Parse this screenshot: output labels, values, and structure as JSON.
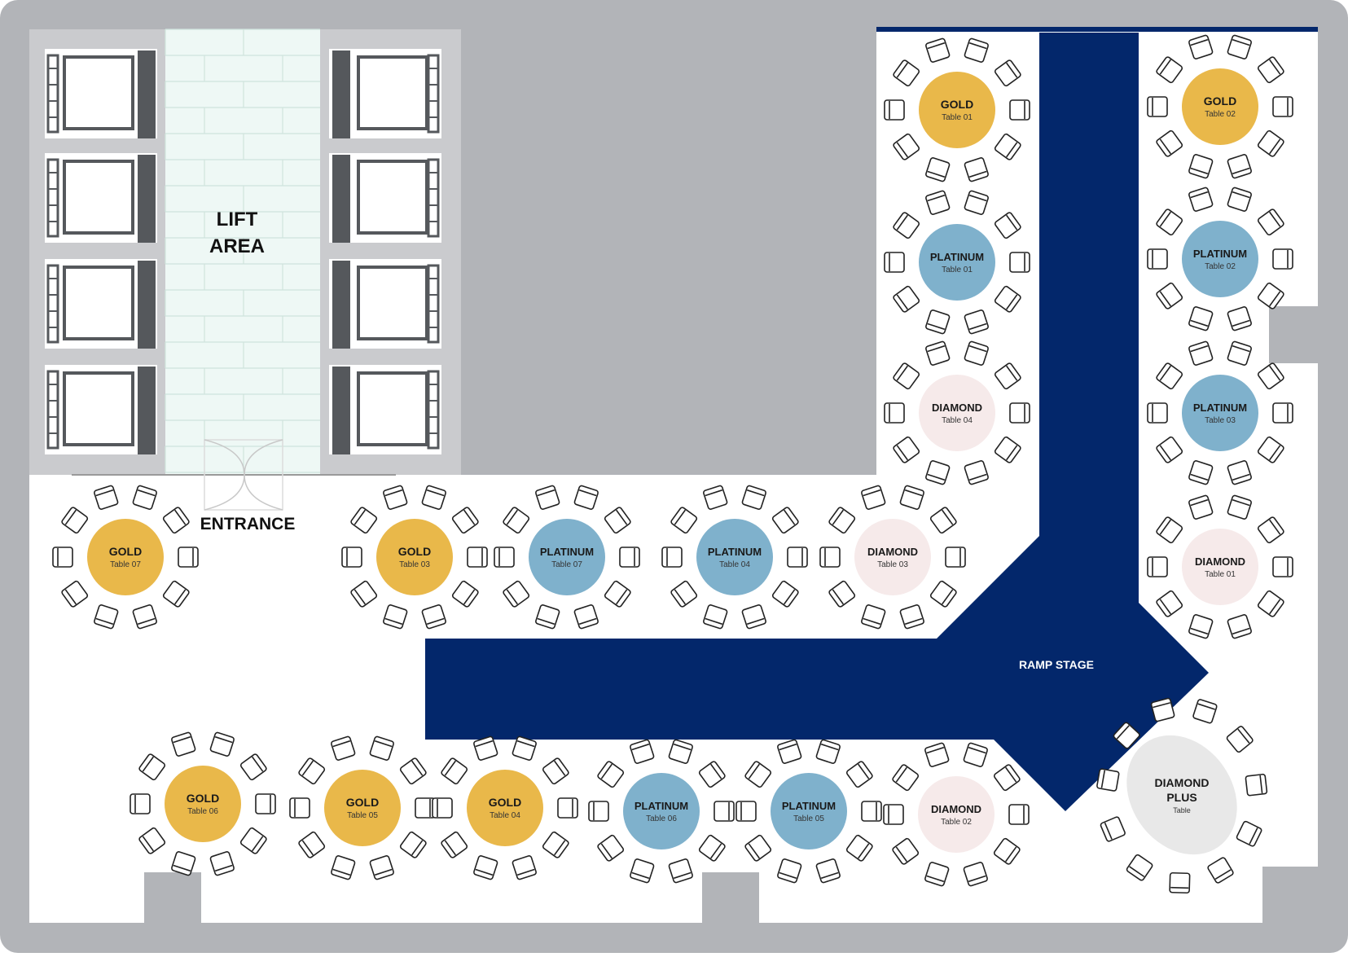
{
  "labels": {
    "lift": [
      "LIFT",
      "AREA"
    ],
    "entrance": "ENTRANCE",
    "stage": "RAMP STAGE"
  },
  "colors": {
    "border": "#b2b4b8",
    "wall": "#b2b4b8",
    "floor": "#ffffff",
    "stage": "#03276b",
    "gold": "#e9b84a",
    "platinum": "#7fb1cc",
    "diamond": "#f6eaea",
    "diamond_plus": "#e8e8e8",
    "lift_tile": "#eef8f5",
    "elevator": "#55585c"
  },
  "tables": [
    {
      "id": "gold-01",
      "tier": "gold",
      "title": "GOLD",
      "sub": "Table 01"
    },
    {
      "id": "gold-02",
      "tier": "gold",
      "title": "GOLD",
      "sub": "Table 02"
    },
    {
      "id": "platinum-01",
      "tier": "platinum",
      "title": "PLATINUM",
      "sub": "Table 01"
    },
    {
      "id": "platinum-02",
      "tier": "platinum",
      "title": "PLATINUM",
      "sub": "Table 02"
    },
    {
      "id": "diamond-04",
      "tier": "diamond",
      "title": "DIAMOND",
      "sub": "Table 04"
    },
    {
      "id": "platinum-03",
      "tier": "platinum",
      "title": "PLATINUM",
      "sub": "Table 03"
    },
    {
      "id": "diamond-01",
      "tier": "diamond",
      "title": "DIAMOND",
      "sub": "Table 01"
    },
    {
      "id": "gold-07",
      "tier": "gold",
      "title": "GOLD",
      "sub": "Table 07"
    },
    {
      "id": "gold-03",
      "tier": "gold",
      "title": "GOLD",
      "sub": "Table 03"
    },
    {
      "id": "platinum-07",
      "tier": "platinum",
      "title": "PLATINUM",
      "sub": "Table 07"
    },
    {
      "id": "platinum-04",
      "tier": "platinum",
      "title": "PLATINUM",
      "sub": "Table 04"
    },
    {
      "id": "diamond-03",
      "tier": "diamond",
      "title": "DIAMOND",
      "sub": "Table 03"
    },
    {
      "id": "gold-06",
      "tier": "gold",
      "title": "GOLD",
      "sub": "Table 06"
    },
    {
      "id": "gold-05",
      "tier": "gold",
      "title": "GOLD",
      "sub": "Table 05"
    },
    {
      "id": "gold-04",
      "tier": "gold",
      "title": "GOLD",
      "sub": "Table 04"
    },
    {
      "id": "platinum-06",
      "tier": "platinum",
      "title": "PLATINUM",
      "sub": "Table 06"
    },
    {
      "id": "platinum-05",
      "tier": "platinum",
      "title": "PLATINUM",
      "sub": "Table 05"
    },
    {
      "id": "diamond-02",
      "tier": "diamond",
      "title": "DIAMOND",
      "sub": "Table 02"
    },
    {
      "id": "diamond-plus",
      "tier": "diamond_plus",
      "title": "DIAMOND",
      "title2": "PLUS",
      "sub": "Table"
    }
  ]
}
